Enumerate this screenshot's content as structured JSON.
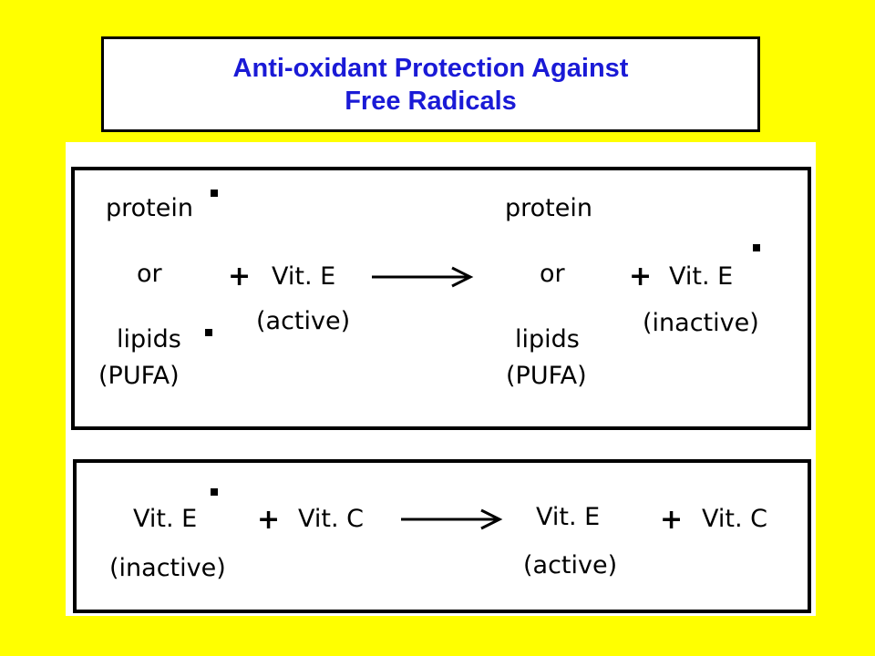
{
  "title": {
    "line1": "Anti-oxidant Protection Against",
    "line2": "Free Radicals"
  },
  "reaction1": {
    "reactant": {
      "top": "protein",
      "middle": "or",
      "bottom": "lipids",
      "bottom_sub": "(PUFA)"
    },
    "plus": "+",
    "agent": {
      "name": "Vit. E",
      "state": "(active)"
    },
    "product": {
      "top": "protein",
      "middle": "or",
      "bottom": "lipids",
      "bottom_sub": "(PUFA)"
    },
    "plus2": "+",
    "agent_out": {
      "name": "Vit. E",
      "state": "(inactive)"
    }
  },
  "reaction2": {
    "reactant": {
      "name": "Vit. E",
      "state": "(inactive)"
    },
    "plus": "+",
    "agent": {
      "name": "Vit. C"
    },
    "product": {
      "name": "Vit. E",
      "state": "(active)"
    },
    "plus2": "+",
    "agent_out": {
      "name": "Vit. C"
    }
  },
  "colors": {
    "background": "#ffff00",
    "title_text": "#1a1ad6",
    "panel": "#ffffff",
    "ink": "#000000"
  }
}
